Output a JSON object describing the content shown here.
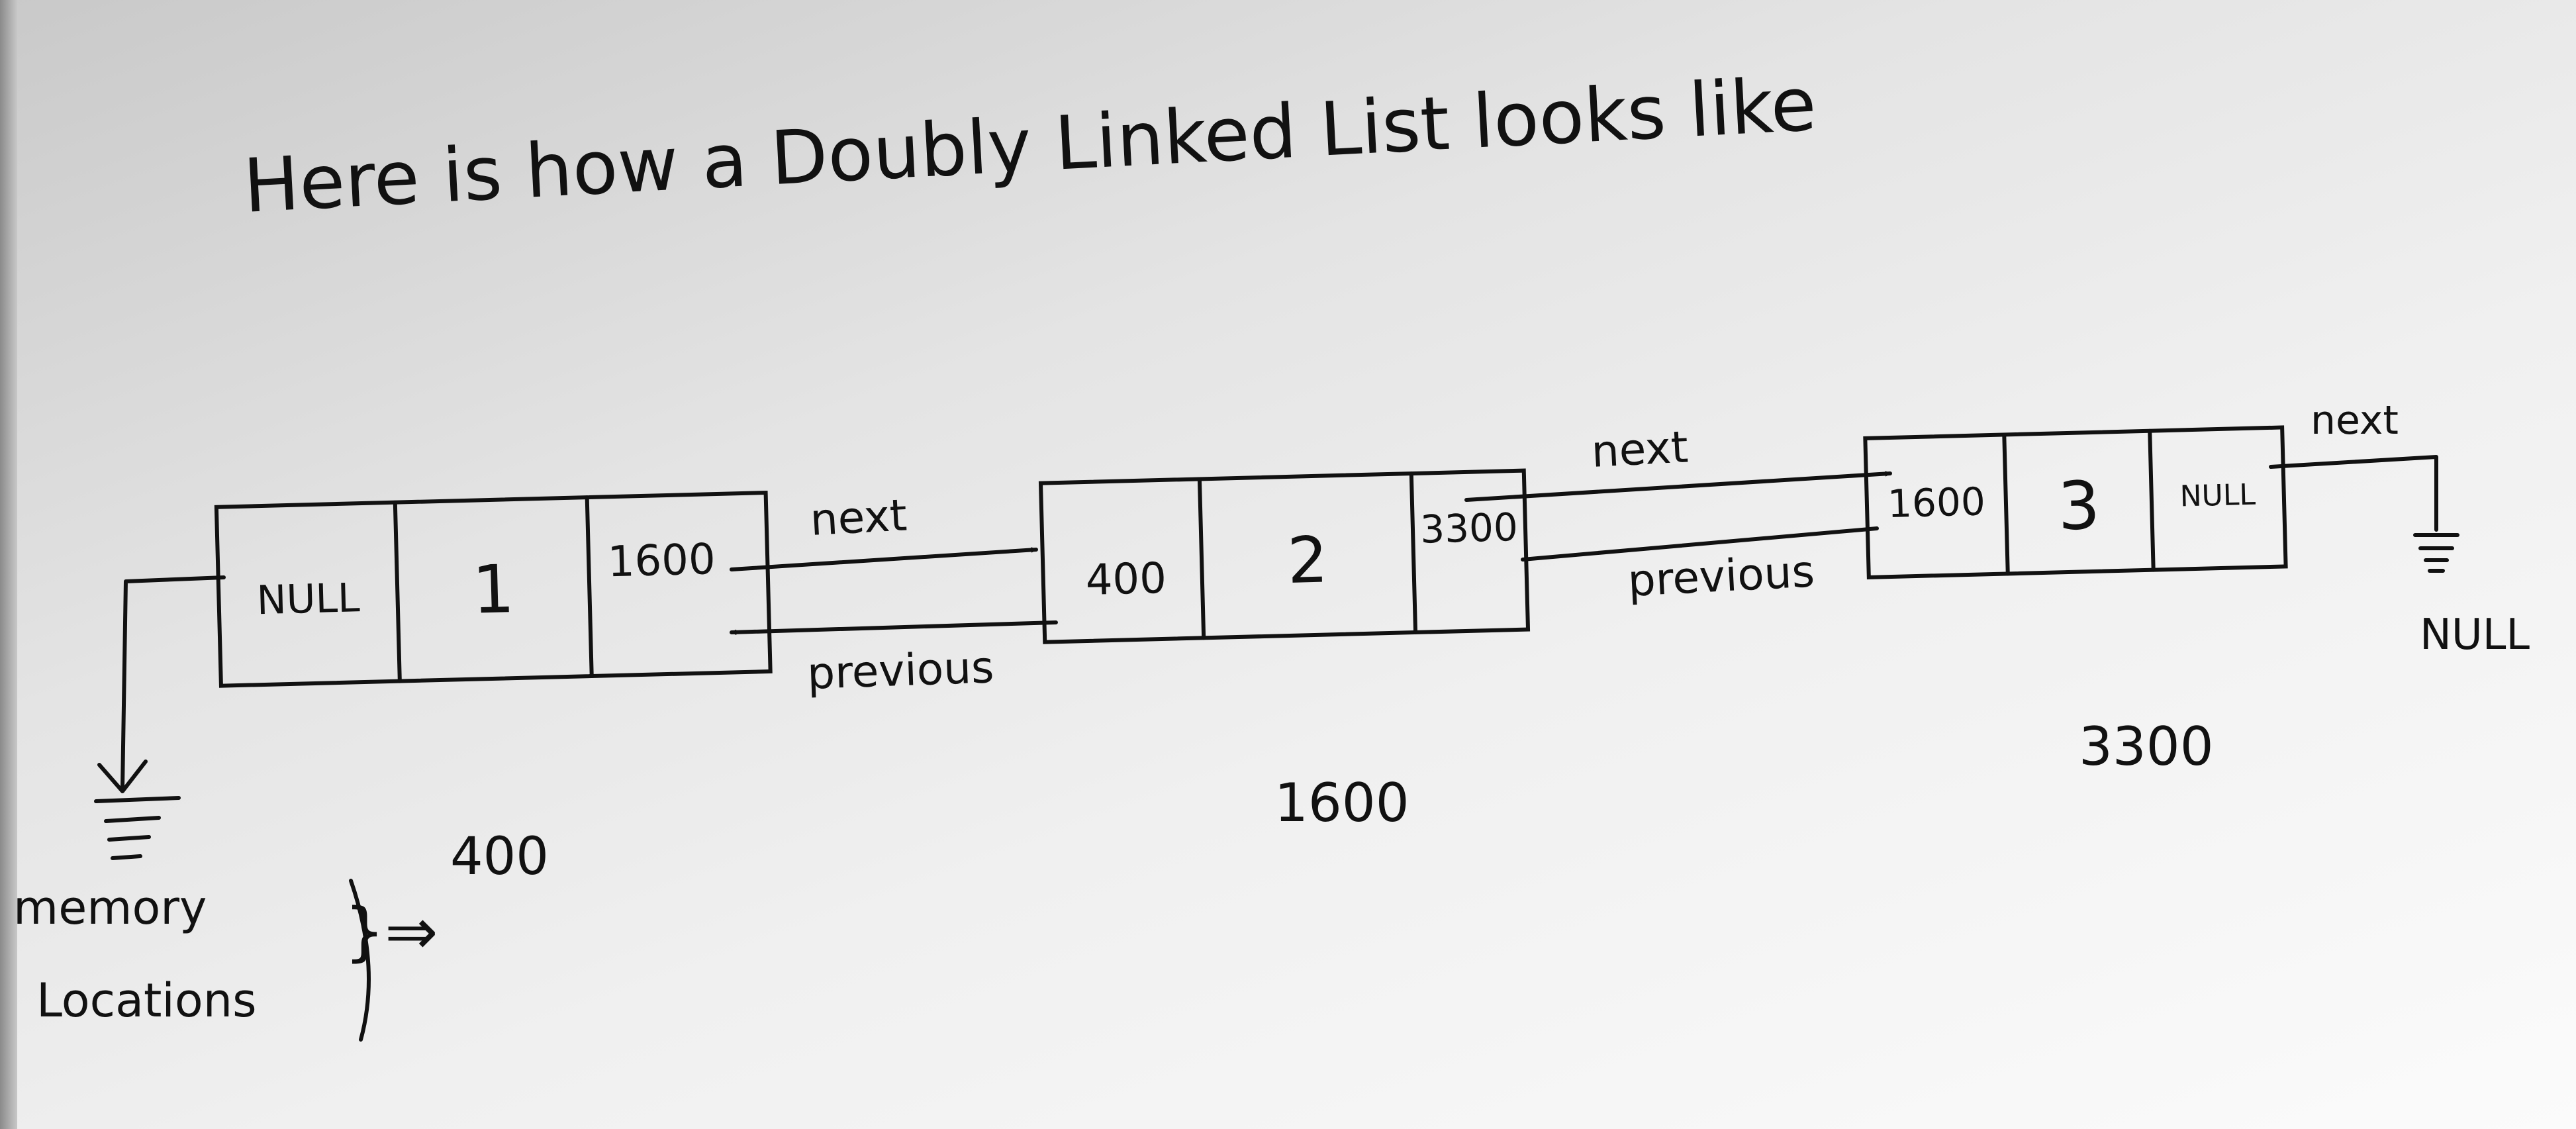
{
  "heading": "Here is how a Doubly Linked List looks like",
  "nodes": [
    {
      "prev": "NULL",
      "data": "1",
      "next": "1600",
      "address": "400"
    },
    {
      "prev": "400",
      "data": "2",
      "next": "3300",
      "address": "1600"
    },
    {
      "prev": "1600",
      "data": "3",
      "next": "NULL",
      "address": "3300"
    }
  ],
  "links": {
    "next": "next",
    "previous": "previous"
  },
  "terminals": {
    "end_null": "NULL"
  },
  "legend": {
    "line1": "memory",
    "line2": "Locations",
    "arrow": "}⇒"
  }
}
